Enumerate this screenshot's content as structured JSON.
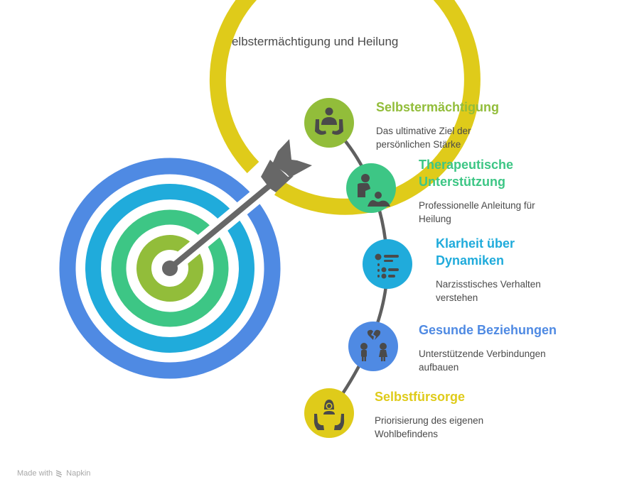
{
  "title": "Selbstermächtigung und Heilung",
  "colors": {
    "ring_outer": "#DFCB1A",
    "ring_2": "#4F8AE3",
    "ring_3": "#20ABDB",
    "ring_4": "#3DC685",
    "ring_center": "#92BD3A",
    "arrow": "#676767",
    "connector": "#5f5f5f"
  },
  "items": [
    {
      "heading": "Selbstermächtigung",
      "description": "Das ultimative Ziel der persönlichen Stärke",
      "color": "#92BD3A",
      "icon": "care-person-hands-icon"
    },
    {
      "heading": "Therapeutische Unterstützung",
      "description": "Professionelle Anleitung für Heilung",
      "color": "#3DC685",
      "icon": "therapist-patient-icon"
    },
    {
      "heading": "Klarheit über Dynamiken",
      "description": "Narzisstisches Verhalten verstehen",
      "color": "#20ABDB",
      "icon": "list-hierarchy-icon"
    },
    {
      "heading": "Gesunde Beziehungen",
      "description": "Unterstützende Verbindungen aufbauen",
      "color": "#4F8AE3",
      "icon": "broken-heart-couple-icon"
    },
    {
      "heading": "Selbstfürsorge",
      "description": "Priorisierung des eigenen Wohlbefindens",
      "color": "#DFCB1A",
      "icon": "self-care-hands-icon"
    }
  ],
  "footer": {
    "made_with": "Made with",
    "brand": "Napkin"
  }
}
